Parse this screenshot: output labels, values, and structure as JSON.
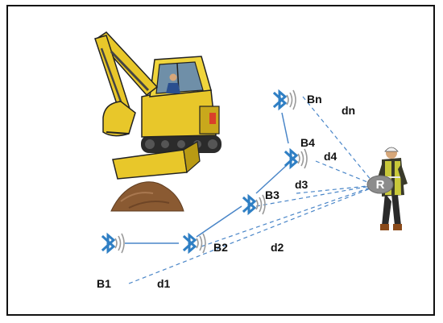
{
  "diagram": {
    "beacons": [
      {
        "id": "b1",
        "label": "B1"
      },
      {
        "id": "b2",
        "label": "B2"
      },
      {
        "id": "b3",
        "label": "B3"
      },
      {
        "id": "b4",
        "label": "B4"
      },
      {
        "id": "bn",
        "label": "Bn"
      }
    ],
    "distances": [
      {
        "id": "d1",
        "label": "d1"
      },
      {
        "id": "d2",
        "label": "d2"
      },
      {
        "id": "d3",
        "label": "d3"
      },
      {
        "id": "d4",
        "label": "d4"
      },
      {
        "id": "dn",
        "label": "dn"
      }
    ],
    "receiver": {
      "label": "R"
    },
    "icons": {
      "beacon": "bluetooth-icon",
      "signal": "signal-waves-icon",
      "machine": "excavator-icon",
      "worker": "worker-icon",
      "mound": "soil-mound-icon"
    },
    "colors": {
      "bluetooth": "#2f7fc4",
      "link": "#4a86c8",
      "signal": "#9a9a9a",
      "excavator": "#e8c72a",
      "receiver": "#8c8c8c",
      "soil": "#8a5a32",
      "frame": "#111111"
    }
  }
}
